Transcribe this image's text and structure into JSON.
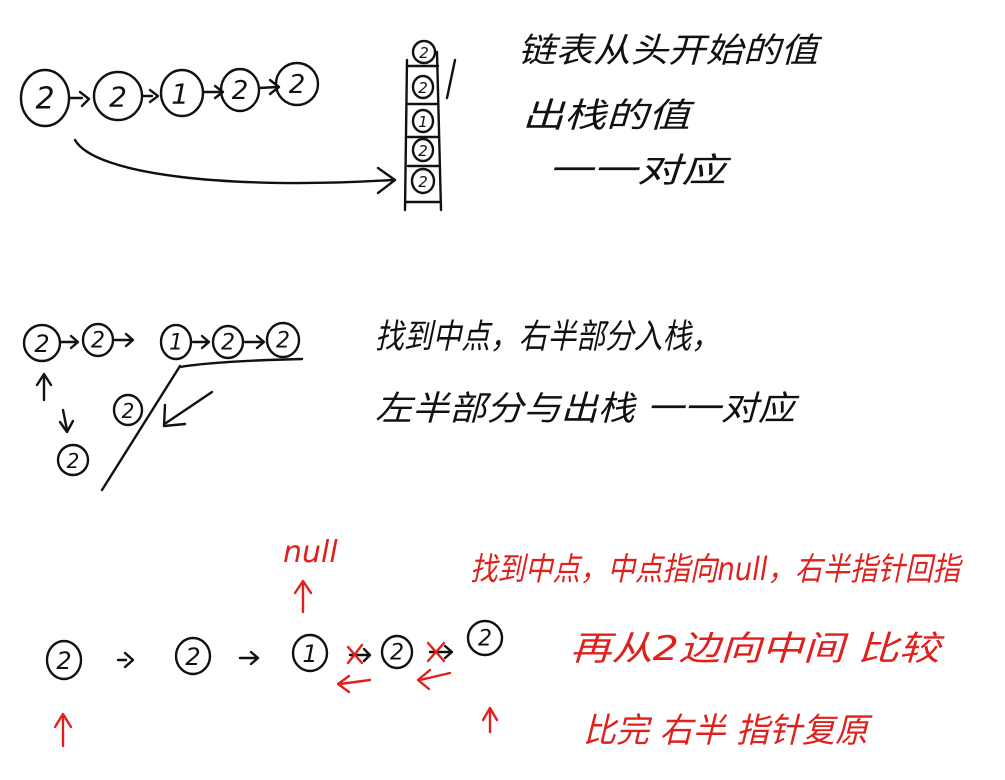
{
  "section1": {
    "list_values": [
      "2",
      "2",
      "1",
      "2",
      "2"
    ],
    "stack_values": [
      "2",
      "2",
      "1",
      "2",
      "2"
    ],
    "note_line1": "链表从头开始的值",
    "note_line2": "出栈的值",
    "note_line3": "一一对应"
  },
  "section2": {
    "list_values": [
      "2",
      "2",
      "1",
      "2",
      "2"
    ],
    "popped_values": [
      "2",
      "2"
    ],
    "note_line1": "找到中点，右半部分入栈，",
    "note_line2": "左半部分与出栈 一一对应"
  },
  "section3": {
    "list_values": [
      "2",
      "2",
      "1",
      "2",
      "2"
    ],
    "null_label": "null",
    "note_line1": "找到中点，中点指向null，右半指针回指",
    "note_line2": "再从2边向中间 比较",
    "note_line3": "比完 右半 指针复原"
  },
  "colors": {
    "ink": "#111111",
    "red": "#e0201c"
  }
}
